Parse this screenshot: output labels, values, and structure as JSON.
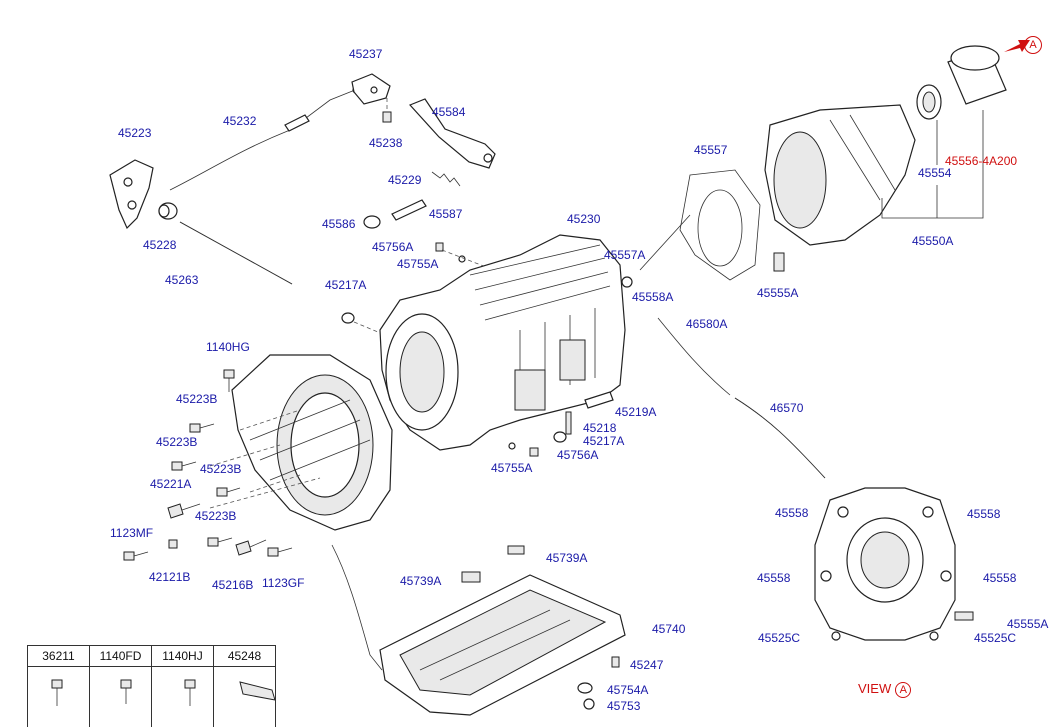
{
  "labels": {
    "p45237": "45237",
    "p45232": "45232",
    "p45223": "45223",
    "p45584": "45584",
    "p45238": "45238",
    "p45229": "45229",
    "p45587": "45587",
    "p45586": "45586",
    "p45228": "45228",
    "p45263": "45263",
    "p45230": "45230",
    "p45756A_1": "45756A",
    "p45755A_1": "45755A",
    "p45557": "45557",
    "p45557A": "45557A",
    "p45558A": "45558A",
    "p45556": "45556-4A200",
    "p45554": "45554",
    "p45550A": "45550A",
    "p45555A_1": "45555A",
    "p45217A_1": "45217A",
    "p46580A": "46580A",
    "p1140HG": "1140HG",
    "p45223B_1": "45223B",
    "p45223B_2": "45223B",
    "p45223B_3": "45223B",
    "p45223B_4": "45223B",
    "p45221A": "45221A",
    "p1123MF": "1123MF",
    "p42121B": "42121B",
    "p45216B": "45216B",
    "p1123GF": "1123GF",
    "p45219A": "45219A",
    "p45218": "45218",
    "p45217A_2": "45217A",
    "p45755A_2": "45755A",
    "p45756A_2": "45756A",
    "p46570": "46570",
    "p45739A_1": "45739A",
    "p45739A_2": "45739A",
    "p45740": "45740",
    "p45247": "45247",
    "p45754A": "45754A",
    "p45753": "45753",
    "p45558_tl": "45558",
    "p45558_tr": "45558",
    "p45558_ml": "45558",
    "p45558_mr": "45558",
    "p45555A_2": "45555A",
    "p45525C_l": "45525C",
    "p45525C_r": "45525C"
  },
  "legend": {
    "headers": [
      "36211",
      "1140FD",
      "1140HJ",
      "45248"
    ]
  },
  "view_label": "VIEW",
  "view_marker": "A",
  "arrow_marker": "A",
  "colors": {
    "label": "#1a1aa8",
    "highlight": "#d01010"
  }
}
